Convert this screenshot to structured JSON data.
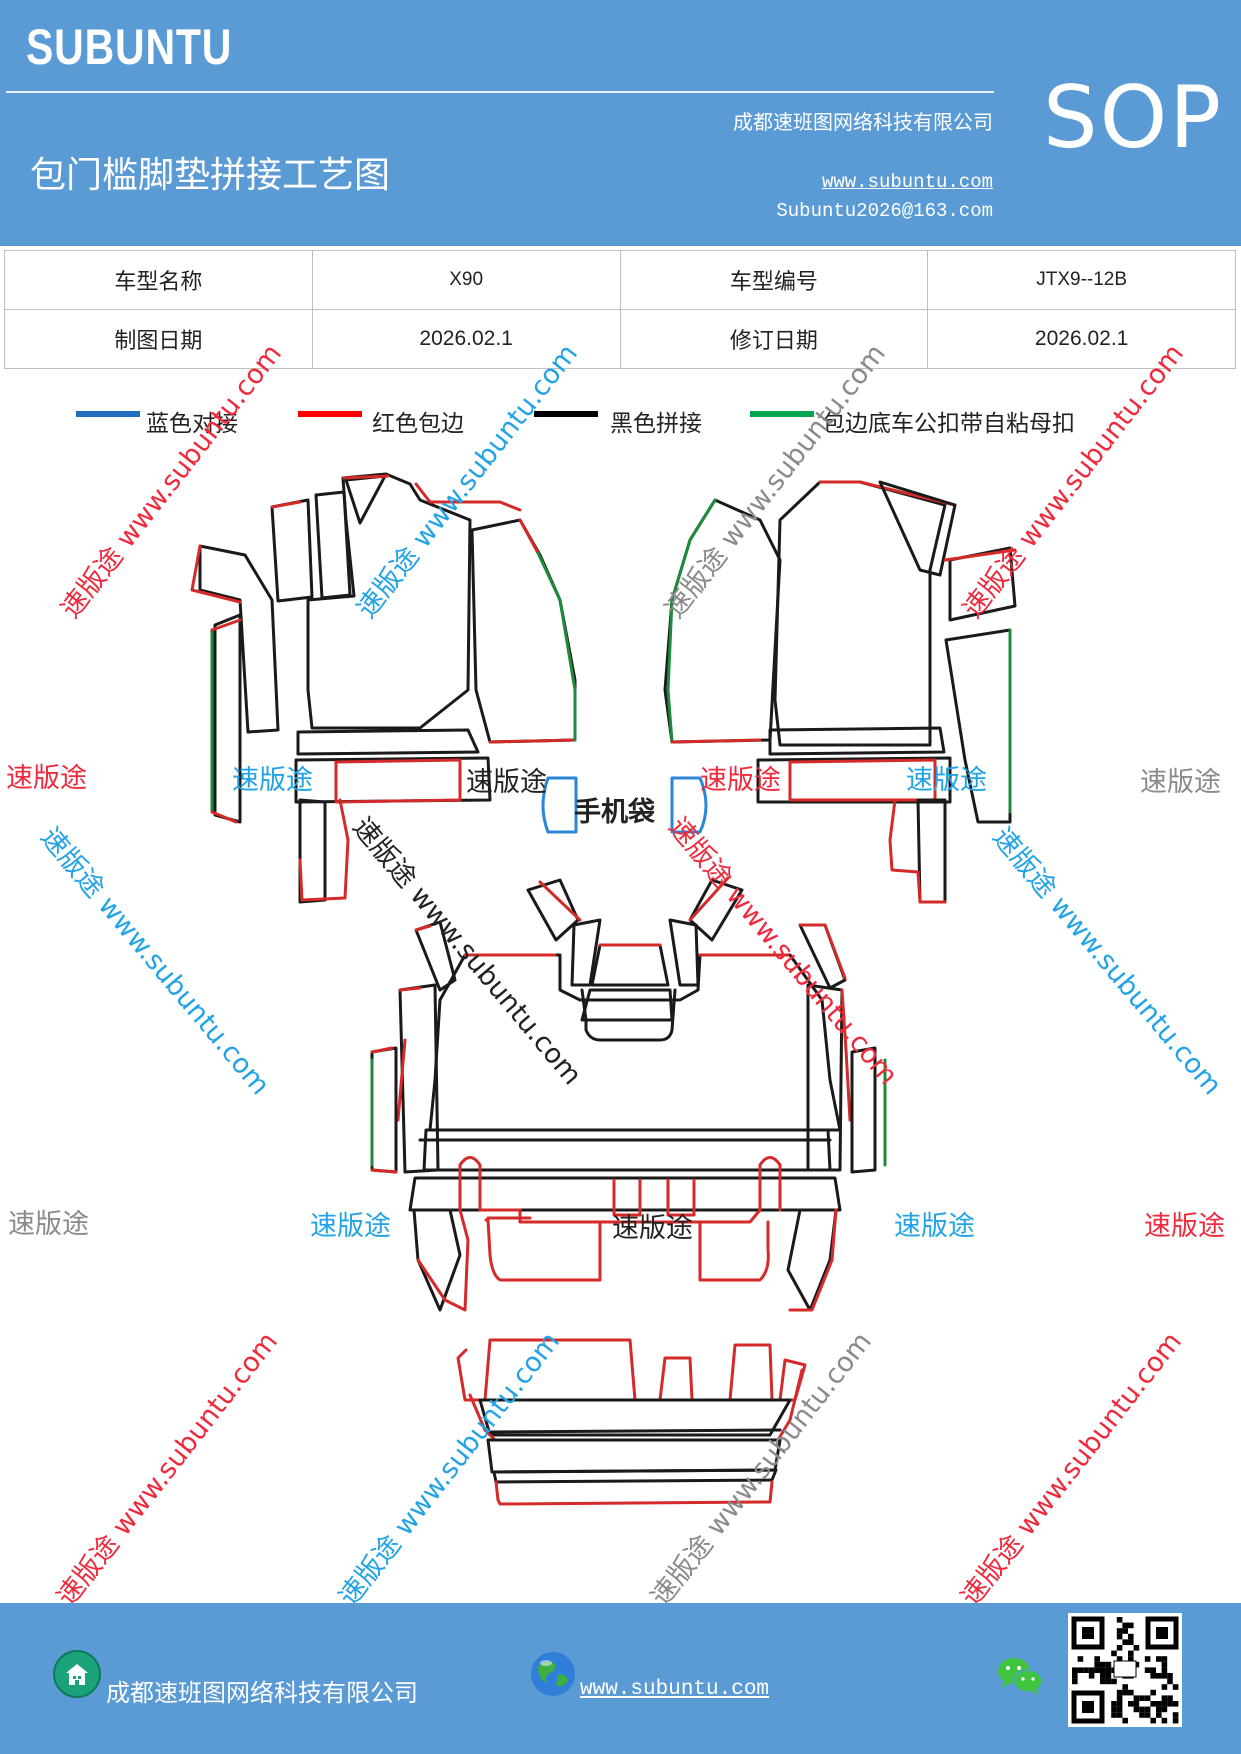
{
  "header": {
    "brand": "SUBUNTU",
    "company": "成都速班图网络科技有限公司",
    "title": "包门槛脚垫拼接工艺图",
    "website": "www.subuntu.com",
    "email": "Subuntu2026@163.com",
    "badge": "SOP"
  },
  "info_table": {
    "rows": [
      [
        "车型名称",
        "X90",
        "车型编号",
        "JTX9--12B"
      ],
      [
        "制图日期",
        "2026.02.1",
        "修订日期",
        "2026.02.1"
      ]
    ]
  },
  "legend": [
    {
      "label": "蓝色对接",
      "color": "#1e6fc0"
    },
    {
      "label": "红色包边",
      "color": "#ff0000"
    },
    {
      "label": "黑色拼接",
      "color": "#000000"
    },
    {
      "label": "包边底车公扣带自粘母扣",
      "color": "#00a650"
    }
  ],
  "diagram": {
    "phone_pocket_label": "手机袋",
    "stroke_colors": {
      "black": "#1a1a1a",
      "red": "#d42a2a",
      "green": "#1e8a3c",
      "blue": "#2a86d6"
    }
  },
  "watermark": {
    "brand": "速版途",
    "diag_text": "速版途 www.subuntu.com",
    "colors": {
      "red": "#ee2a3c",
      "blue": "#21a3e6",
      "gray": "#8a8a8a",
      "dark": "#222222"
    }
  },
  "footer": {
    "company": "成都速班图网络科技有限公司",
    "website": "www.subuntu.com"
  },
  "icons": [
    "building-icon",
    "globe-icon",
    "wechat-icon",
    "qr-code"
  ]
}
